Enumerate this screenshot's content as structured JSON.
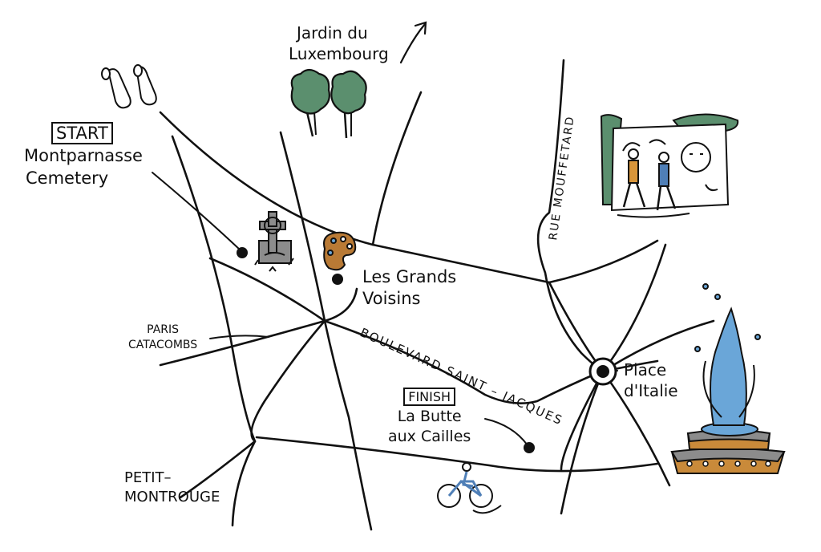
{
  "labels": {
    "jardin_line1": "Jardin du",
    "jardin_line2": "Luxembourg",
    "start_badge": "START",
    "start_line1": "Montparnasse",
    "start_line2": "Cemetery",
    "grands_line1": "Les Grands",
    "grands_line2": "Voisins",
    "catacombs_line1": "PARIS",
    "catacombs_line2": "CATACOMBS",
    "boulevard": "BOULEVARD SAINT – JACQUES",
    "rue": "RUE MOUFFETARD",
    "place_line1": "Place",
    "place_line2": "d'Italie",
    "finish_badge": "FINISH",
    "butte_line1": "La Butte",
    "butte_line2": "aux Cailles",
    "petit_line1": "PETIT–",
    "petit_line2": "MONTROUGE"
  },
  "icons": [
    "footsteps-icon",
    "tree-icon",
    "arrow-icon",
    "celtic-cross-icon",
    "palette-icon",
    "street-art-icon",
    "fountain-icon",
    "bicycle-icon"
  ],
  "colors": {
    "ink": "#111111",
    "tree_green": "#5b8f6e",
    "fountain_blue": "#6aa6d8",
    "fountain_orange": "#c98a3a",
    "stone_gray": "#8c8c8c",
    "palette_brown": "#b97a35",
    "figure_orange": "#d9963a",
    "figure_blue": "#4f7fb7"
  }
}
